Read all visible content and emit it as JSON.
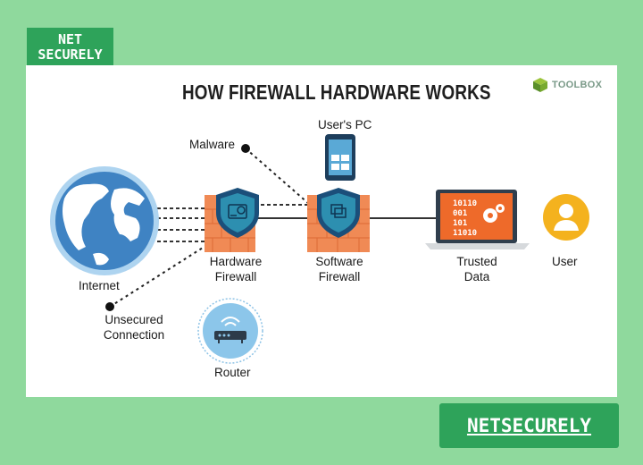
{
  "title": "HOW FIREWALL HARDWARE WORKS",
  "brand_badge": "TOOLBOX",
  "logo": {
    "line1": "NET",
    "line2": "SECURELY"
  },
  "brand_button": "NETSECURELY",
  "nodes": {
    "internet": "Internet",
    "hardware_firewall": [
      "Hardware",
      "Firewall"
    ],
    "software_firewall": [
      "Software",
      "Firewall"
    ],
    "trusted_data": [
      "Trusted",
      "Data"
    ],
    "user": "User",
    "users_pc": "User's PC",
    "malware": "Malware",
    "unsecured": [
      "Unsecured",
      "Connection"
    ],
    "router": "Router"
  },
  "laptop_screen_lines": [
    "10110",
    "001",
    "101",
    "11010"
  ],
  "colors": {
    "background": "#8fd99d",
    "brand_green": "#2ea35a",
    "firewall_brick": "#f08a55",
    "shield_navy": "#1b4f7a",
    "shield_teal": "#2d8fb0",
    "globe_blue": "#3f83c3",
    "laptop_orange": "#ee6a2a",
    "user_yellow": "#f4b21e"
  }
}
